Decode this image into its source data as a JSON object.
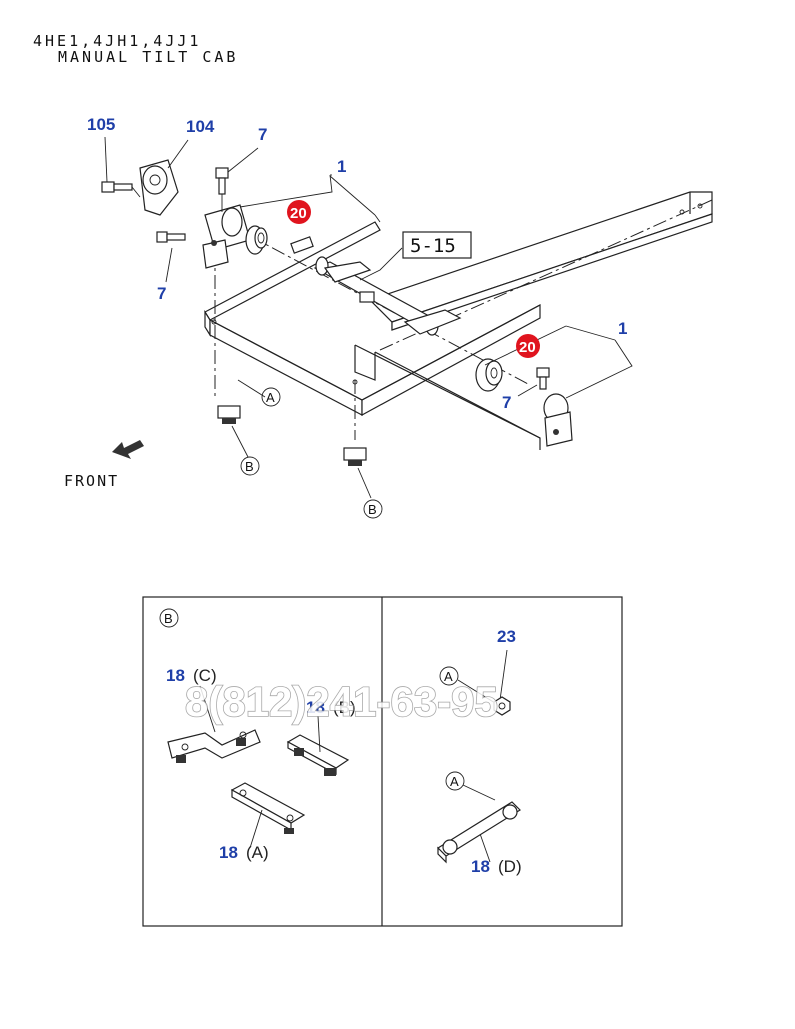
{
  "header": {
    "line1": "4HE1,4JH1,4JJ1",
    "line2": "MANUAL TILT CAB"
  },
  "main": {
    "ref_box": "5-15",
    "front_label": "FRONT",
    "callouts": {
      "c105": "105",
      "c104": "104",
      "c7a": "7",
      "c1a": "1",
      "c20a": "20",
      "c7b": "7",
      "c20b": "20",
      "c1b": "1",
      "c7c": "7"
    },
    "markers": {
      "A": "A",
      "B1": "B",
      "B2": "B"
    }
  },
  "detail_b": {
    "marker": "B",
    "parts": [
      {
        "num": "18",
        "variant": "(C)"
      },
      {
        "num": "18",
        "variant": "(B)"
      },
      {
        "num": "18",
        "variant": "(A)"
      }
    ]
  },
  "detail_right": {
    "num23": "23",
    "marker1": "A",
    "marker2": "A",
    "part": {
      "num": "18",
      "variant": "(D)"
    }
  },
  "watermark": "8(812)241-63-95",
  "colors": {
    "callout": "#1f3fa8",
    "highlight": "#e0141e"
  }
}
